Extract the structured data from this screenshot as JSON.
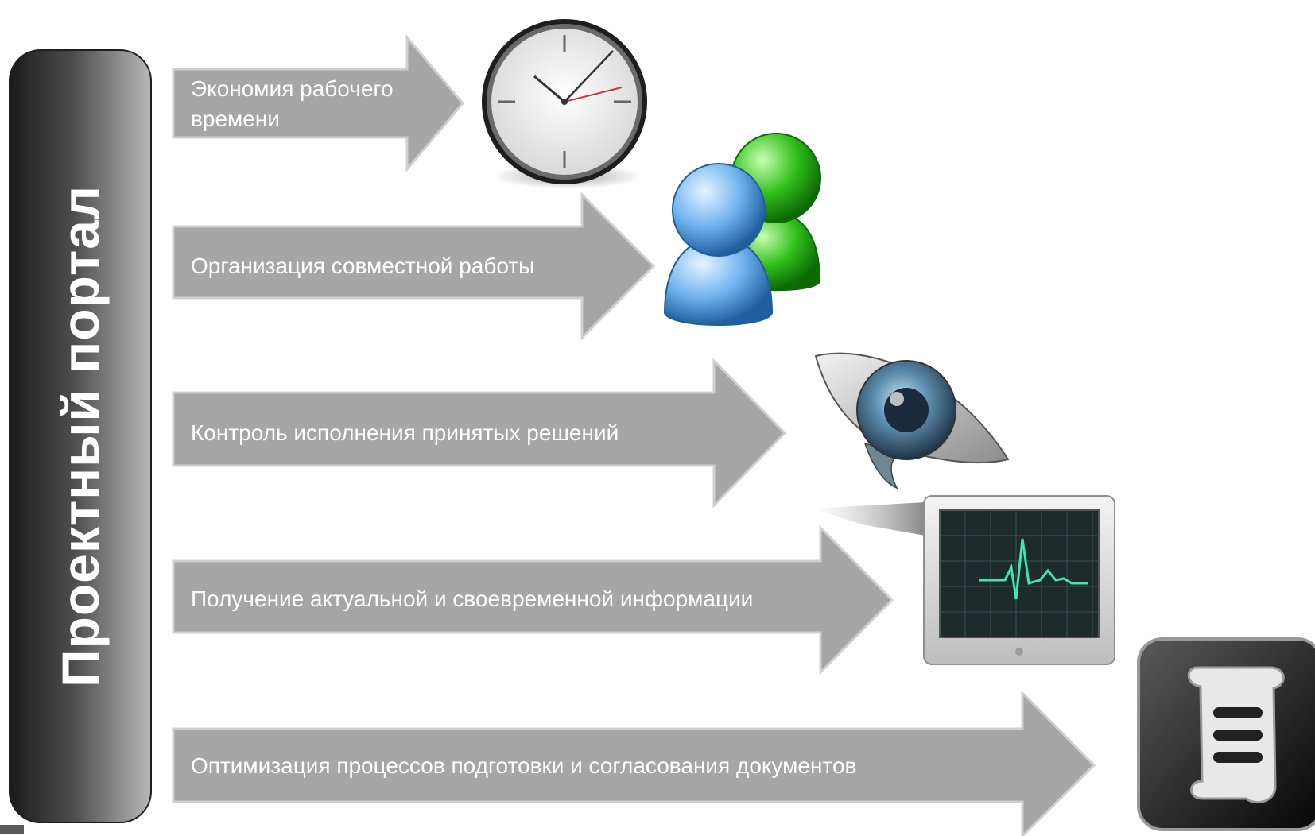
{
  "sidebar": {
    "title": "Проектный портал"
  },
  "benefits": [
    {
      "label_lines": [
        "Экономия рабочего",
        "времени"
      ],
      "icon": "clock-icon"
    },
    {
      "label_lines": [
        "Организация совместной работы"
      ],
      "icon": "users-icon"
    },
    {
      "label_lines": [
        "Контроль исполнения принятых решений"
      ],
      "icon": "eye-icon"
    },
    {
      "label_lines": [
        "Получение актуальной и своевременной информации"
      ],
      "icon": "activity-monitor-icon"
    },
    {
      "label_lines": [
        "Оптимизация процессов подготовки и согласования документов"
      ],
      "icon": "script-document-icon"
    }
  ],
  "colors": {
    "arrow": "#a6a6a6",
    "arrow_edge": "#cfcfcf",
    "sidebar_dark": "#1b1b1b",
    "sidebar_light": "#b7b7b7",
    "text": "#ffffff"
  }
}
